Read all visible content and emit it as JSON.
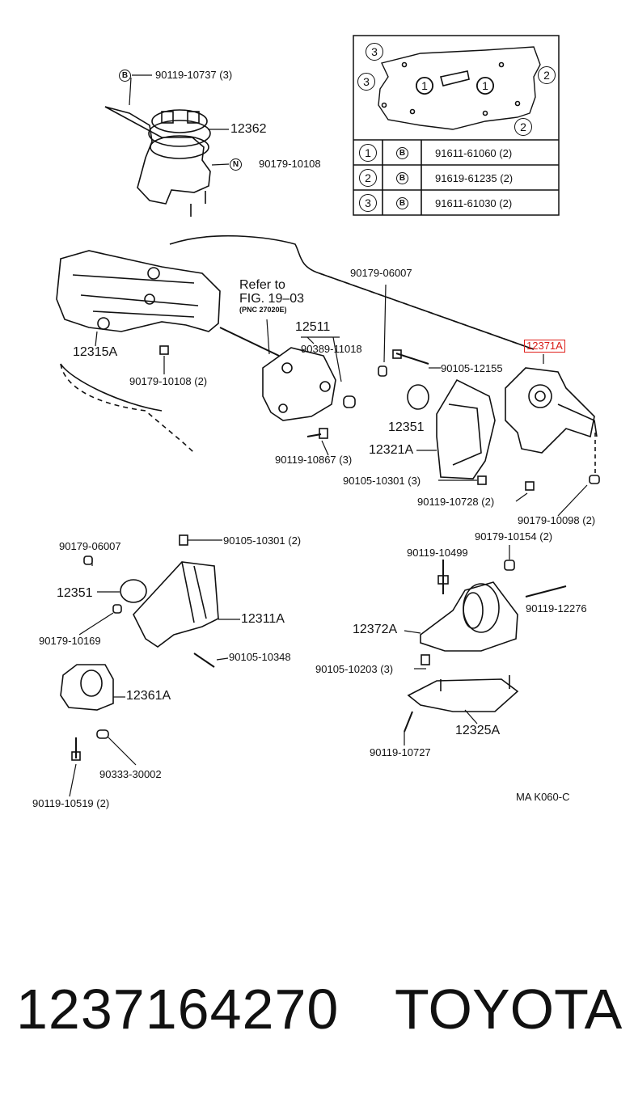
{
  "diagram": {
    "code": "MA K060-C",
    "refer": {
      "line1": "Refer to",
      "line2": "FIG. 19–03",
      "pnc": "(PNC 27020E)"
    },
    "labels": {
      "l_90119_10737": "90119-10737 (3)",
      "l_12362": "12362",
      "l_90179_10108": "90179-10108",
      "l_12315A": "12315A",
      "l_90179_10108_2": "90179-10108 (2)",
      "l_12511": "12511",
      "l_90389_11018": "90389-11018",
      "l_90119_10867": "90119-10867 (3)",
      "l_90179_06007_a": "90179-06007",
      "l_90105_12155": "90105-12155",
      "l_12351_a": "12351",
      "l_12321A": "12321A",
      "l_90105_10301_3": "90105-10301 (3)",
      "l_90119_10728": "90119-10728 (2)",
      "l_12371A": "12371A",
      "l_90179_10098": "90179-10098 (2)",
      "l_90179_06007_b": "90179-06007",
      "l_90105_10301_2": "90105-10301 (2)",
      "l_12351_b": "12351",
      "l_12311A": "12311A",
      "l_90179_10169": "90179-10169",
      "l_90105_10348": "90105-10348",
      "l_12361A": "12361A",
      "l_90333_30002": "90333-30002",
      "l_90119_10519": "90119-10519 (2)",
      "l_90179_10154": "90179-10154 (2)",
      "l_90119_10499": "90119-10499",
      "l_90119_12276": "90119-12276",
      "l_12372A": "12372A",
      "l_90105_10203": "90105-10203 (3)",
      "l_12325A": "12325A",
      "l_90119_10727": "90119-10727"
    },
    "markers": {
      "b": "B",
      "n": "N"
    },
    "gasket": {
      "n1": "1",
      "n2": "2",
      "n3": "3"
    },
    "table": [
      {
        "num": "1",
        "mark": "B",
        "part": "91611-61060 (2)"
      },
      {
        "num": "2",
        "mark": "B",
        "part": "91619-61235 (2)"
      },
      {
        "num": "3",
        "mark": "B",
        "part": "91611-61030 (2)"
      }
    ]
  },
  "footer": {
    "part_number": "1237164270",
    "brand": "TOYOTA"
  }
}
